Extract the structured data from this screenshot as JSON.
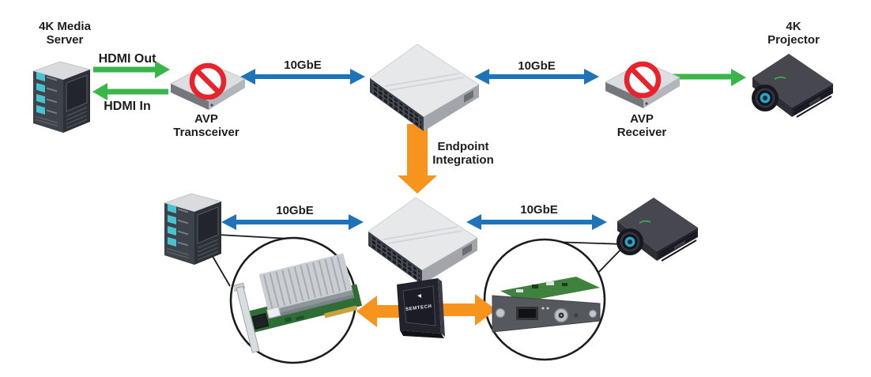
{
  "colors": {
    "green_arrow": "#3ab54a",
    "blue_arrow": "#1e73b9",
    "orange_arrow": "#f7941e",
    "prohibition_red": "#e8232b",
    "text_ink": "#1d1d1f"
  },
  "labels": {
    "media_server_1": "4K Media",
    "media_server_2": "Server",
    "hdmi_out": "HDMI Out",
    "hdmi_in": "HDMI In",
    "transceiver_1": "AVP",
    "transceiver_2": "Transceiver",
    "receiver_1": "AVP",
    "receiver_2": "Receiver",
    "projector_1": "4K",
    "projector_2": "Projector",
    "endpoint_1": "Endpoint",
    "endpoint_2": "Integration",
    "link_top_left": "10GbE",
    "link_top_right": "10GbE",
    "link_bottom_left": "10GbE",
    "link_bottom_right": "10GbE"
  },
  "chip": {
    "brand": "SEMTECH"
  }
}
